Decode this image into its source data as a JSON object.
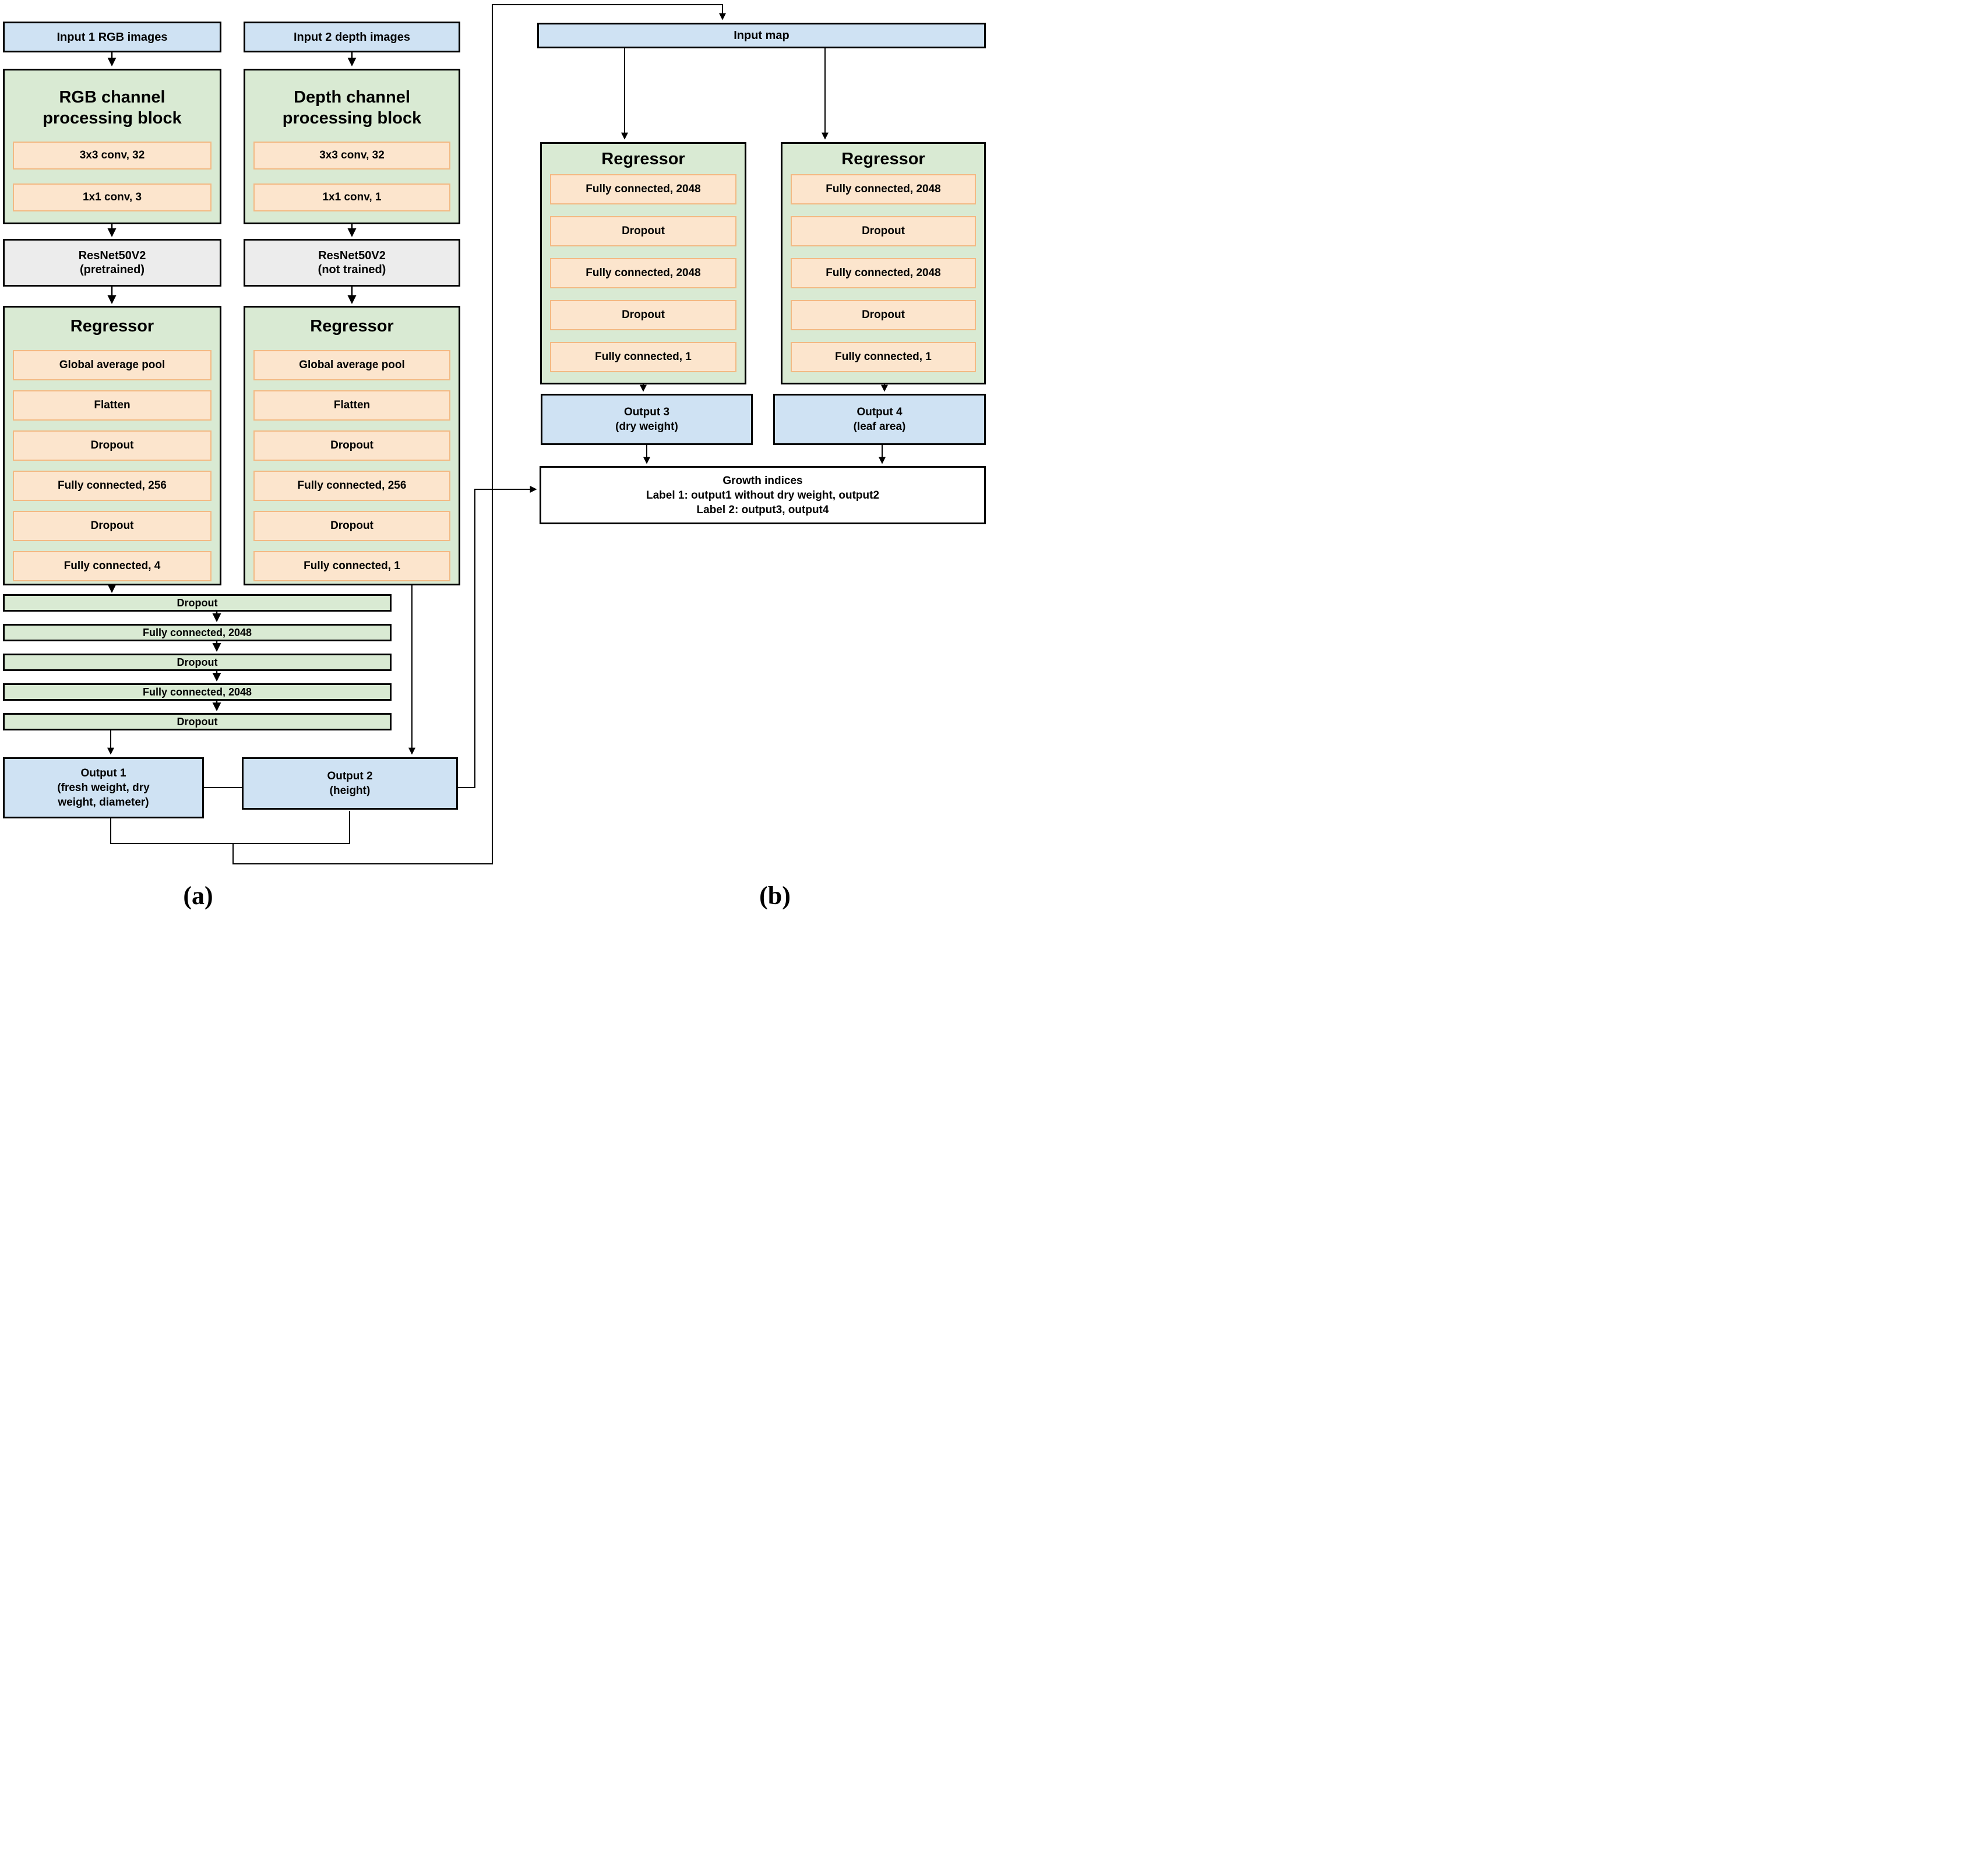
{
  "colors": {
    "box_blue": "#cfe2f3",
    "box_green": "#d9ead3",
    "bar_peach": "#fce5cd",
    "bar_peach_border": "#f3b983",
    "box_gray": "#ececec",
    "box_white": "#ffffff",
    "line_black": "#000000"
  },
  "panel_a": {
    "caption": "(a)",
    "input1": "Input 1 RGB images",
    "input2": "Input 2 depth images",
    "rgb_block": {
      "title_line1": "RGB channel",
      "title_line2": "processing block",
      "layer1": "3x3 conv, 32",
      "layer2": "1x1 conv, 3"
    },
    "depth_block": {
      "title_line1": "Depth channel",
      "title_line2": "processing block",
      "layer1": "3x3 conv, 32",
      "layer2": "1x1 conv, 1"
    },
    "resnet1": {
      "line1": "ResNet50V2",
      "line2": "(pretrained)"
    },
    "resnet2": {
      "line1": "ResNet50V2",
      "line2": "(not trained)"
    },
    "regressor1": {
      "title": "Regressor",
      "layer1": "Global average pool",
      "layer2": "Flatten",
      "layer3": "Dropout",
      "layer4": "Fully connected, 256",
      "layer5": "Dropout",
      "layer6": "Fully connected, 4"
    },
    "regressor2": {
      "title": "Regressor",
      "layer1": "Global average pool",
      "layer2": "Flatten",
      "layer3": "Dropout",
      "layer4": "Fully connected, 256",
      "layer5": "Dropout",
      "layer6": "Fully connected, 1"
    },
    "merge_chain": {
      "bar1": "Dropout",
      "bar2": "Fully connected, 2048",
      "bar3": "Dropout",
      "bar4": "Fully connected, 2048",
      "bar5": "Dropout"
    },
    "output1": {
      "line1": "Output 1",
      "line2": "(fresh weight, dry",
      "line3": "weight, diameter)"
    },
    "output2": {
      "line1": "Output 2",
      "line2": "(height)"
    }
  },
  "panel_b": {
    "caption": "(b)",
    "input_map": "Input map",
    "regressor3": {
      "title": "Regressor",
      "layer1": "Fully connected, 2048",
      "layer2": "Dropout",
      "layer3": "Fully connected, 2048",
      "layer4": "Dropout",
      "layer5": "Fully connected, 1"
    },
    "regressor4": {
      "title": "Regressor",
      "layer1": "Fully connected, 2048",
      "layer2": "Dropout",
      "layer3": "Fully connected, 2048",
      "layer4": "Dropout",
      "layer5": "Fully connected, 1"
    },
    "output3": {
      "line1": "Output 3",
      "line2": "(dry weight)"
    },
    "output4": {
      "line1": "Output 4",
      "line2": "(leaf area)"
    },
    "growth": {
      "line1": "Growth indices",
      "line2": "Label 1: output1 without dry weight, output2",
      "line3": "Label 2: output3, output4"
    }
  }
}
